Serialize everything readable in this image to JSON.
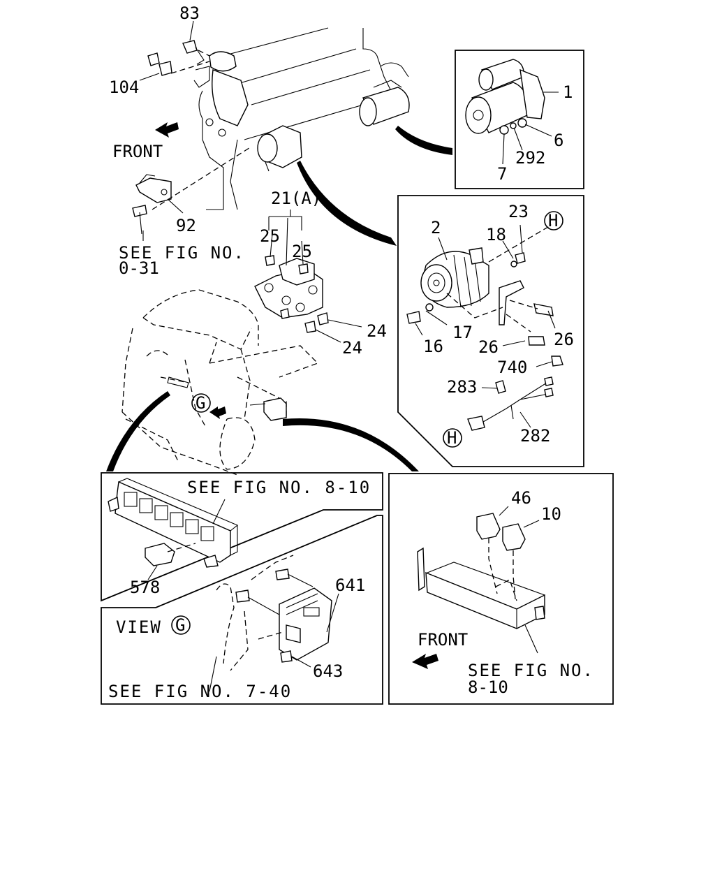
{
  "callouts": {
    "c83": "83",
    "c104": "104",
    "c92": "92",
    "c21a": "21(A)",
    "c25a": "25",
    "c25b": "25",
    "c24a": "24",
    "c24b": "24",
    "c1": "1",
    "c6": "6",
    "c292": "292",
    "c7": "7",
    "c2": "2",
    "c18": "18",
    "c23": "23",
    "c16": "16",
    "c17": "17",
    "c26a": "26",
    "c26b": "26",
    "c740": "740",
    "c283": "283",
    "c282": "282",
    "c578": "578",
    "c641": "641",
    "c643": "643",
    "c46": "46",
    "c10": "10"
  },
  "markers": {
    "h_top": "H",
    "h_bottom": "H",
    "g_main": "G",
    "g_view": "G"
  },
  "labels": {
    "front_top": "FRONT",
    "see_fig_031_line1": "SEE FIG NO.",
    "see_fig_031_line2": "0-31",
    "see_fig_810_top": "SEE FIG NO. 8-10",
    "view_prefix": "VIEW",
    "see_fig_740": "SEE FIG NO. 7-40",
    "front_right": "FRONT",
    "see_fig_810_right_line1": "SEE FIG NO.",
    "see_fig_810_right_line2": "8-10"
  }
}
